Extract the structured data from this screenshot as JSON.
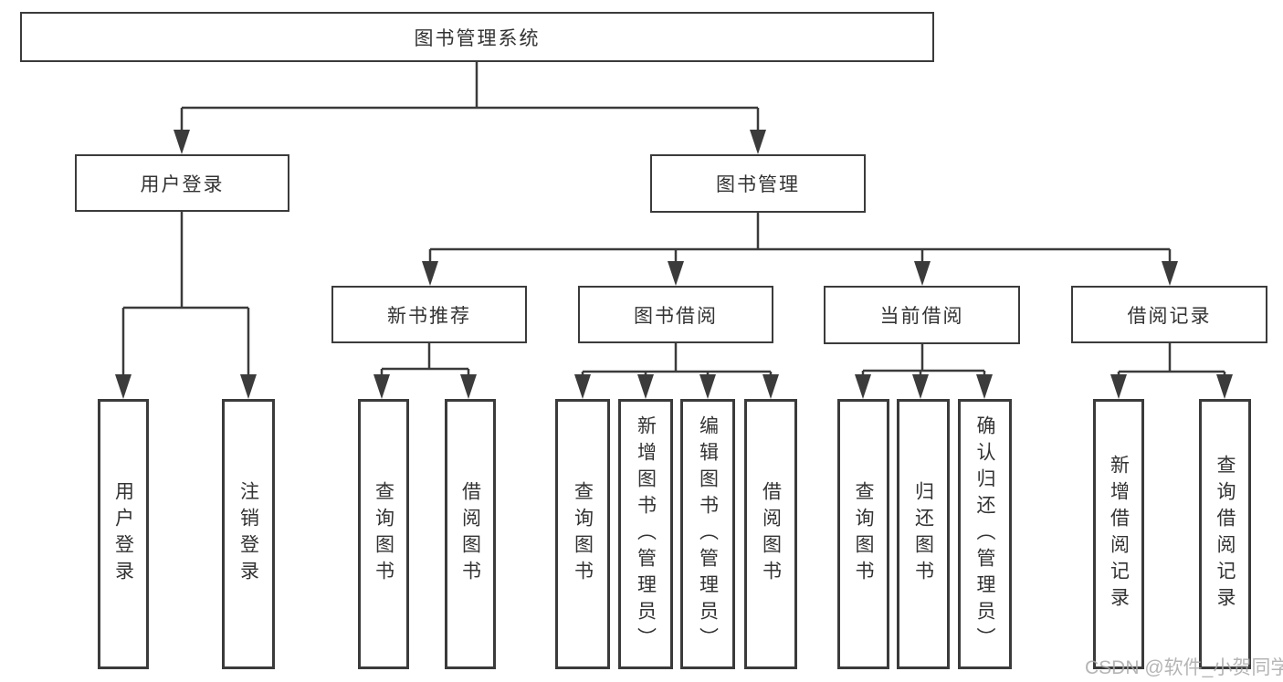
{
  "system": {
    "root_label": "图书管理系统",
    "user_login": {
      "label": "用户登录",
      "children": {
        "login": "用户登录",
        "logout": "注销登录"
      }
    },
    "book_management": {
      "label": "图书管理",
      "modules": {
        "new_book_recommend": {
          "label": "新书推荐",
          "children": {
            "query_books": "查询图书",
            "borrow_books": "借阅图书"
          }
        },
        "book_borrow": {
          "label": "图书借阅",
          "children": {
            "query_books": "查询图书",
            "add_books": "新增图书（管理员）",
            "edit_books": "编辑图书（管理员）",
            "borrow_books": "借阅图书"
          }
        },
        "current_borrow": {
          "label": "当前借阅",
          "children": {
            "query_books": "查询图书",
            "return_books": "归还图书",
            "confirm_return": "确认归还（管理员）"
          }
        },
        "borrow_records": {
          "label": "借阅记录",
          "children": {
            "add_record": "新增借阅记录",
            "query_record": "查询借阅记录"
          }
        }
      }
    }
  },
  "watermark": {
    "text": "CSDN @软件_小贺同学"
  },
  "colors": {
    "line": "#3b3b3b",
    "text": "#333333",
    "watermark": "#a9a9a9",
    "background": "#ffffff"
  }
}
